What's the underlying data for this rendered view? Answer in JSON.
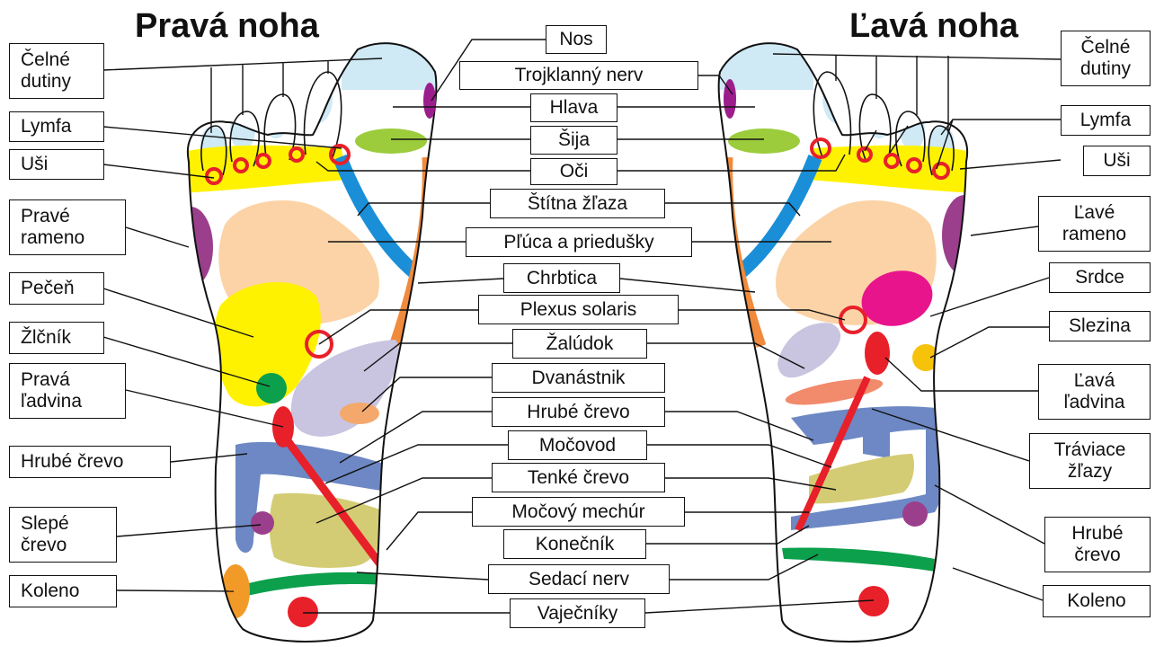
{
  "titles": {
    "right_foot": "Pravá noha",
    "left_foot": "Ľavá noha"
  },
  "left_side_labels": {
    "frontal_sinuses": "Čelné\ndutiny",
    "lymph": "Lymfa",
    "ears": "Uši",
    "right_shoulder": "Pravé\nrameno",
    "liver": "Pečeň",
    "gallbladder": "Žlčník",
    "right_kidney": "Pravá\nľadvina",
    "colon": "Hrubé črevo",
    "appendix": "Slepé\nčrevo",
    "knee": "Koleno"
  },
  "center_labels": {
    "nose": "Nos",
    "trigeminal_nerve": "Trojklanný nerv",
    "head": "Hlava",
    "neck": "Šija",
    "eyes": "Oči",
    "thyroid": "Štítna žľaza",
    "lungs": "Pľúca a priedušky",
    "spine": "Chrbtica",
    "solar_plexus": "Plexus solaris",
    "stomach": "Žalúdok",
    "duodenum": "Dvanástnik",
    "colon": "Hrubé črevo",
    "ureter": "Močovod",
    "small_intestine": "Tenké črevo",
    "bladder": "Močový mechúr",
    "rectum": "Konečník",
    "sciatic_nerve": "Sedací nerv",
    "ovaries": "Vaječníky"
  },
  "right_side_labels": {
    "frontal_sinuses": "Čelné\ndutiny",
    "lymph": "Lymfa",
    "ears": "Uši",
    "left_shoulder": "Ľavé\nrameno",
    "heart": "Srdce",
    "spleen": "Slezina",
    "left_kidney": "Ľavá\nľadvina",
    "digestive_glands": "Tráviace\nžľazy",
    "colon": "Hrubé\nčrevo",
    "knee": "Koleno"
  },
  "colors": {
    "outline": "#111111",
    "sinus_light_blue": "#cfe9f5",
    "lymph_yellow": "#fff200",
    "red": "#e8202a",
    "purple": "#9b3f8c",
    "peach": "#fcd3a6",
    "blue_spine": "#1a8fd8",
    "orange": "#f08a3c",
    "green_neck": "#9ccc3c",
    "magenta": "#e8148c",
    "gold": "#f6c20a",
    "lavender": "#c9c4e0",
    "colon_blue": "#6d88c4",
    "olive": "#d4cc74",
    "salmon": "#f28a6c",
    "green": "#0ca04c",
    "purple_knee_dot": "#9b4b9e",
    "gallbladder_green": "#0ca04c",
    "knee_orange": "#f29a28"
  }
}
